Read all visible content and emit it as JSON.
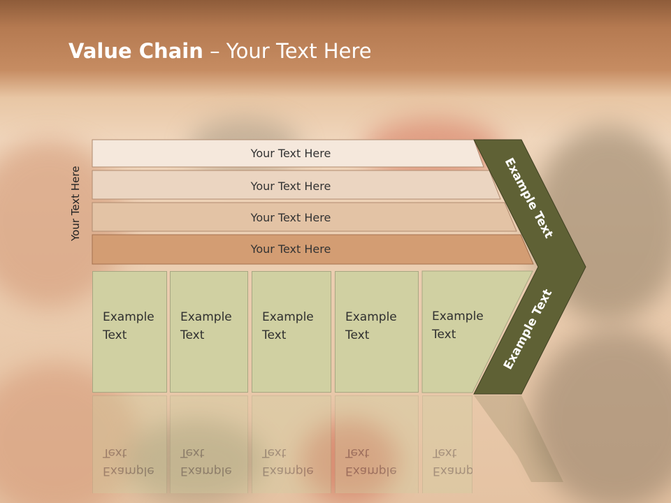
{
  "title": {
    "bold": "Value Chain",
    "rest": " – Your Text Here"
  },
  "side_label": "Your Text Here",
  "bands": [
    "Your Text Here",
    "Your Text Here",
    "Your Text Here",
    "Your Text Here"
  ],
  "chevron_upper_label": "Example Text",
  "chevron_lower_label": "Example Text",
  "boxes": [
    {
      "line1": "Example",
      "line2": "Text"
    },
    {
      "line1": "Example",
      "line2": "Text"
    },
    {
      "line1": "Example",
      "line2": "Text"
    },
    {
      "line1": "Example",
      "line2": "Text"
    },
    {
      "line1": "Example",
      "line2": "Text"
    }
  ],
  "colors": {
    "band1": "#f5e8dc",
    "band2": "#ebd5c1",
    "band3": "#e3c3a5",
    "band4": "#d39d73",
    "chevron": "#5f6135",
    "box": "#d0d0a2"
  }
}
